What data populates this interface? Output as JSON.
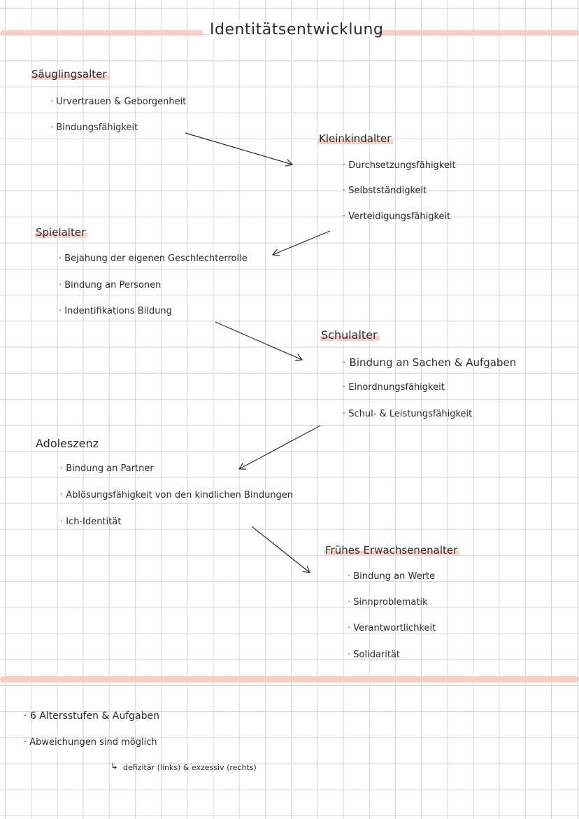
{
  "title": "Identitätsentwicklung",
  "stages": [
    {
      "name": "Säuglingsalter",
      "items": [
        "Urvertrauen & Geborgenheit",
        "Bindungsfähigkeit"
      ]
    },
    {
      "name": "Kleinkindalter",
      "items": [
        "Durchsetzungsfähigkeit",
        "Selbstständigkeit",
        "Verteidigungsfähigkeit"
      ]
    },
    {
      "name": "Spielalter",
      "items": [
        "Bejahung der eigenen Geschlechterrolle",
        "Bindung an Personen",
        "Indentifikations Bildung"
      ]
    },
    {
      "name": "Schulalter",
      "items": [
        "Bindung an Sachen & Aufgaben",
        "Einordnungsfähigkeit",
        "Schul- & Leistungsfähigkeit"
      ]
    },
    {
      "name": "Adoleszenz",
      "items": [
        "Bindung an Partner",
        "Ablösungsfähigkeit von den kindlichen Bindungen",
        "Ich-Identität"
      ]
    },
    {
      "name": "Frühes Erwachsenenalter",
      "items": [
        "Bindung an Werte",
        "Sinnproblematik",
        "Verantwortlichkeit",
        "Solidarität"
      ]
    }
  ],
  "notes": {
    "line1": "6 Altersstufen & Aufgaben",
    "line2": "Abweichungen sind möglich",
    "arrow_glyph": "↳",
    "line3": "defizitär (links) & exzessiv (rechts)"
  },
  "colors": {
    "highlight": "#f8cfc6",
    "grid": "#d4d4d8",
    "ink": "#2b2b2b"
  }
}
